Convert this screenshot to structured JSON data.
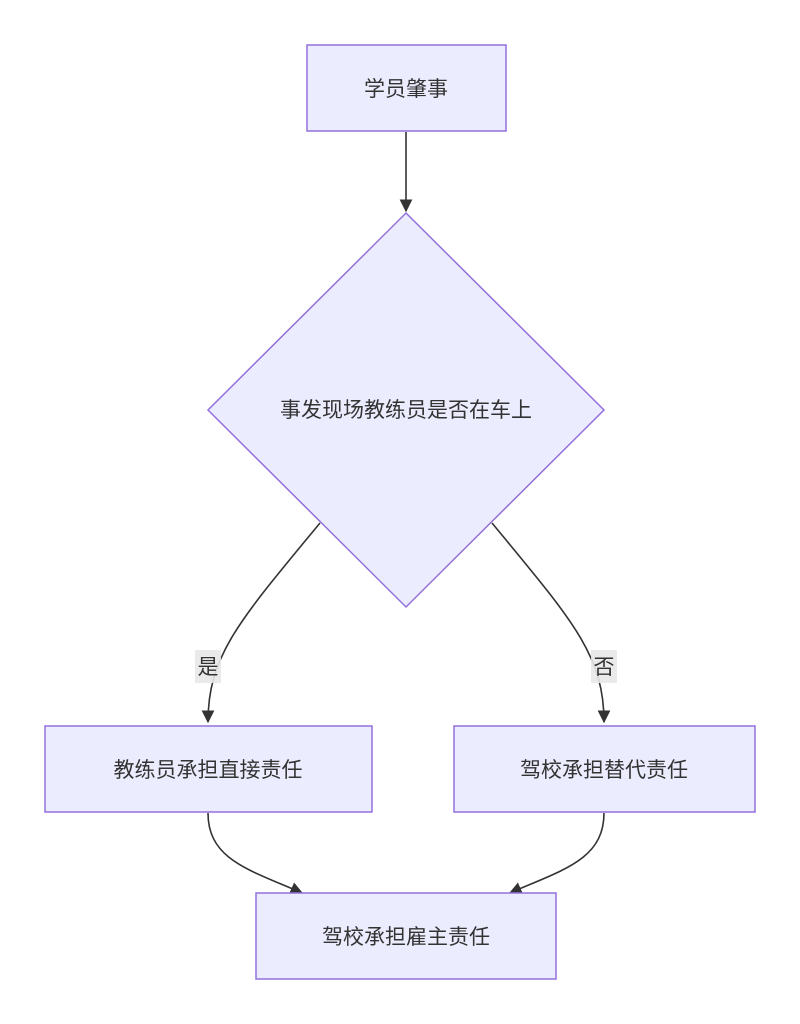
{
  "nodes": {
    "start": "学员肇事",
    "decision": "事发现场教练员是否在车上",
    "yes_result": "教练员承担直接责任",
    "no_result": "驾校承担替代责任",
    "final": "驾校承担雇主责任"
  },
  "edges": {
    "yes_label": "是",
    "no_label": "否"
  },
  "colors": {
    "node_fill": "#ECECFF",
    "node_stroke": "#9370DB",
    "edge": "#333333",
    "label_bg": "#E8E8E8",
    "text": "#333333"
  }
}
